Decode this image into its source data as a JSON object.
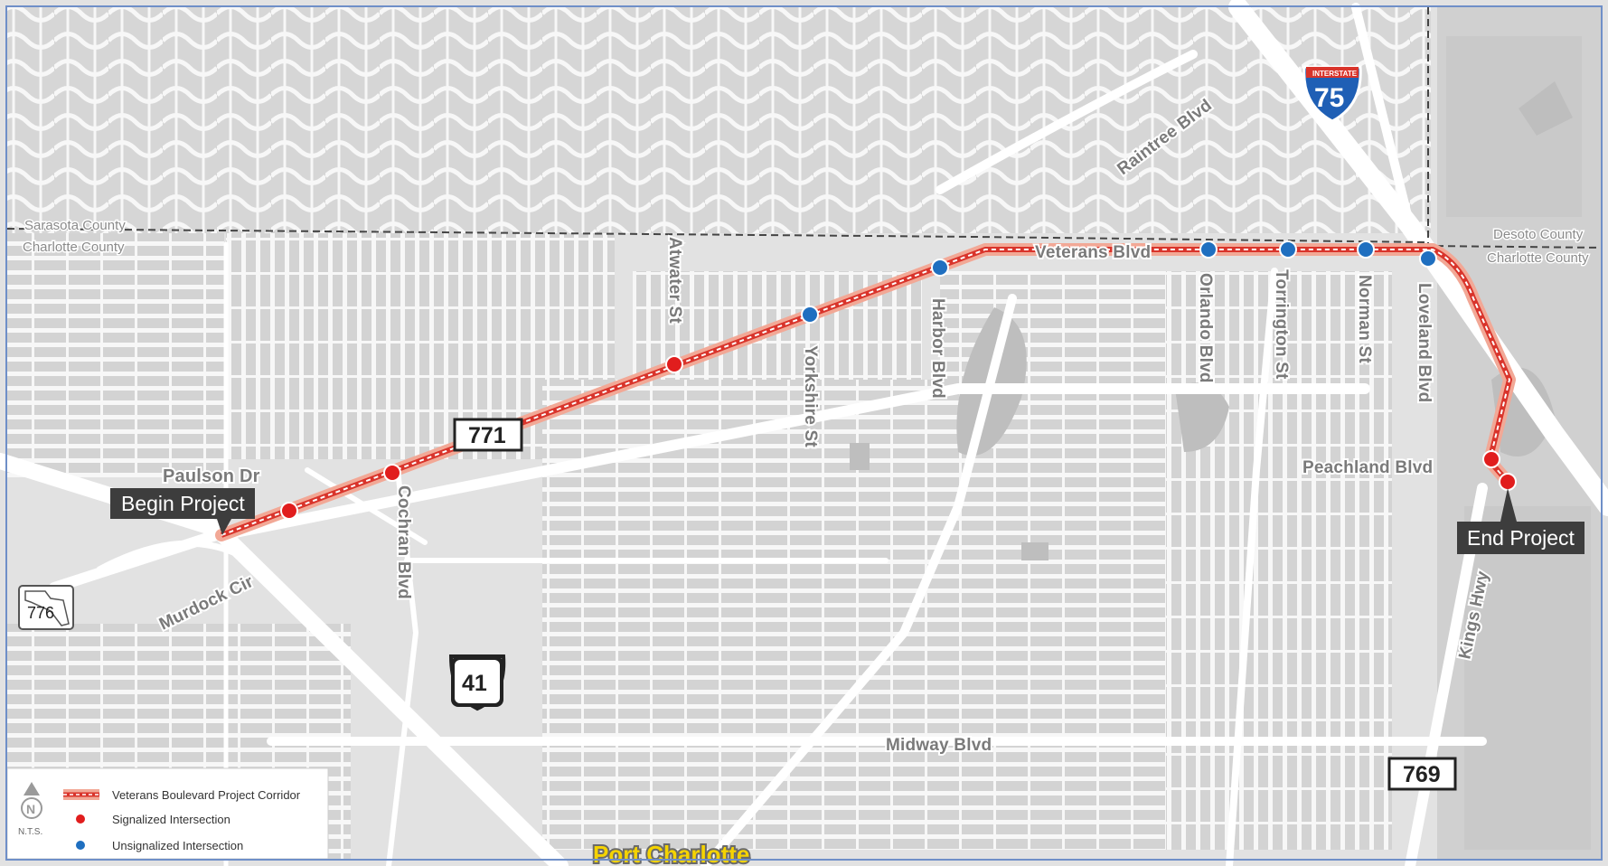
{
  "map": {
    "projection": "schematic street map, not to scale",
    "colors": {
      "background": "#e2e2e2",
      "block_fill": "#d7d7d7",
      "street": "#ffffff",
      "park": "#bdbdbd",
      "corridor_halo": "#f2a896",
      "corridor_line": "#d9342b",
      "signalized": "#e11d1d",
      "unsignalized": "#1f6fc0",
      "callout_box": "#3d3d3d"
    },
    "streets": [
      "Paulson Dr",
      "Murdock Cir",
      "Cochran Blvd",
      "Atwater St",
      "Yorkshire St",
      "Harbor Blvd",
      "Veterans Blvd",
      "Orlando Blvd",
      "Torrington St",
      "Norman St",
      "Loveland Blvd",
      "Raintree Blvd",
      "Peachland Blvd",
      "Kings Hwy",
      "Midway Blvd"
    ],
    "counties": [
      "Sarasota County",
      "Charlotte County",
      "Desoto County",
      "Charlotte County"
    ],
    "callouts": {
      "begin": "Begin Project",
      "end": "End Project"
    },
    "shields": {
      "sr771": "771",
      "sr776": "776",
      "us41": "41",
      "i75_label": "INTERSTATE",
      "i75": "75",
      "cr769": "769"
    },
    "place": "Port Charlotte",
    "markers": {
      "signalized": [
        "Paulson Dr",
        "Cochran Blvd",
        "Atwater St",
        "Peachland Blvd",
        "Kings Hwy"
      ],
      "unsignalized": [
        "Yorkshire St",
        "Harbor Blvd",
        "Orlando Blvd",
        "Torrington St",
        "Norman St",
        "Loveland Blvd"
      ]
    }
  },
  "legend": {
    "north": "N",
    "scale": "N.T.S.",
    "items": [
      {
        "label": "Veterans Boulevard Project Corridor",
        "symbol": "corridor"
      },
      {
        "label": "Signalized Intersection",
        "symbol": "red-dot"
      },
      {
        "label": "Unsignalized Intersection",
        "symbol": "blue-dot"
      }
    ]
  }
}
